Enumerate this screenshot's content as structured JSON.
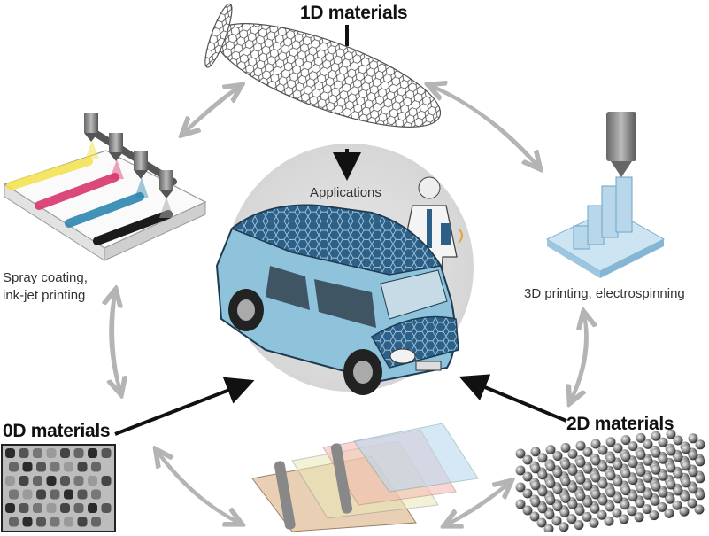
{
  "headings": {
    "d1": "1D materials",
    "d0": "0D materials",
    "d2": "2D materials"
  },
  "captions": {
    "center": "Applications",
    "spray_line1": "Spray coating,",
    "spray_line2": "ink-jet printing",
    "print3d": "3D printing, electrospinning"
  },
  "colors": {
    "hex_panel": "#2e5f86",
    "car_body": "#8fc3dc",
    "arrow_black": "#111111",
    "arrow_gray": "#b4b4b4",
    "halo": "#dcdcdc",
    "ink_yellow": "#f5e24a",
    "ink_magenta": "#d8356f",
    "ink_cyan": "#2f86b0",
    "ink_black": "#1a1a1a",
    "printer_base": "#b9d7ea"
  }
}
